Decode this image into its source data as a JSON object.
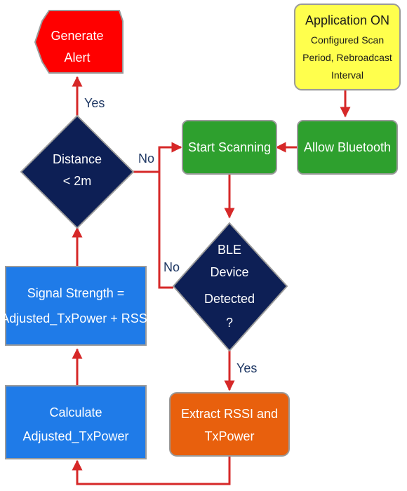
{
  "nodes": {
    "generate_alert": {
      "lines": [
        "Generate",
        "Alert"
      ],
      "color": "#ff0000"
    },
    "application_on": {
      "lines": [
        "Application ON",
        "Configured Scan",
        "Period, Rebroadcast",
        "Interval"
      ],
      "color": "#ffff4d"
    },
    "start_scanning": {
      "lines": [
        "Start Scanning"
      ],
      "color": "#2ea02e"
    },
    "allow_bluetooth": {
      "lines": [
        "Allow Bluetooth"
      ],
      "color": "#2ea02e"
    },
    "distance_check": {
      "lines": [
        "Distance",
        "< 2m"
      ],
      "color": "#0d1f55"
    },
    "ble_detected": {
      "lines": [
        "BLE",
        "Device",
        "Detected",
        "?"
      ],
      "color": "#0d1f55"
    },
    "signal_strength": {
      "lines": [
        "Signal  Strength =",
        "Adjusted_TxPower + RSSI"
      ],
      "color": "#1f7be8"
    },
    "calculate_adjusted": {
      "lines": [
        "Calculate",
        "Adjusted_TxPower"
      ],
      "color": "#1f7be8"
    },
    "extract_rssi": {
      "lines": [
        "Extract RSSI and",
        "TxPower"
      ],
      "color": "#e8600d"
    }
  },
  "edge_labels": {
    "distance_yes": "Yes",
    "distance_no": "No",
    "ble_no": "No",
    "ble_yes": "Yes"
  },
  "colors": {
    "arrow": "#d62828",
    "outline": "#9a9a9a",
    "label_text": "#1f3864"
  }
}
